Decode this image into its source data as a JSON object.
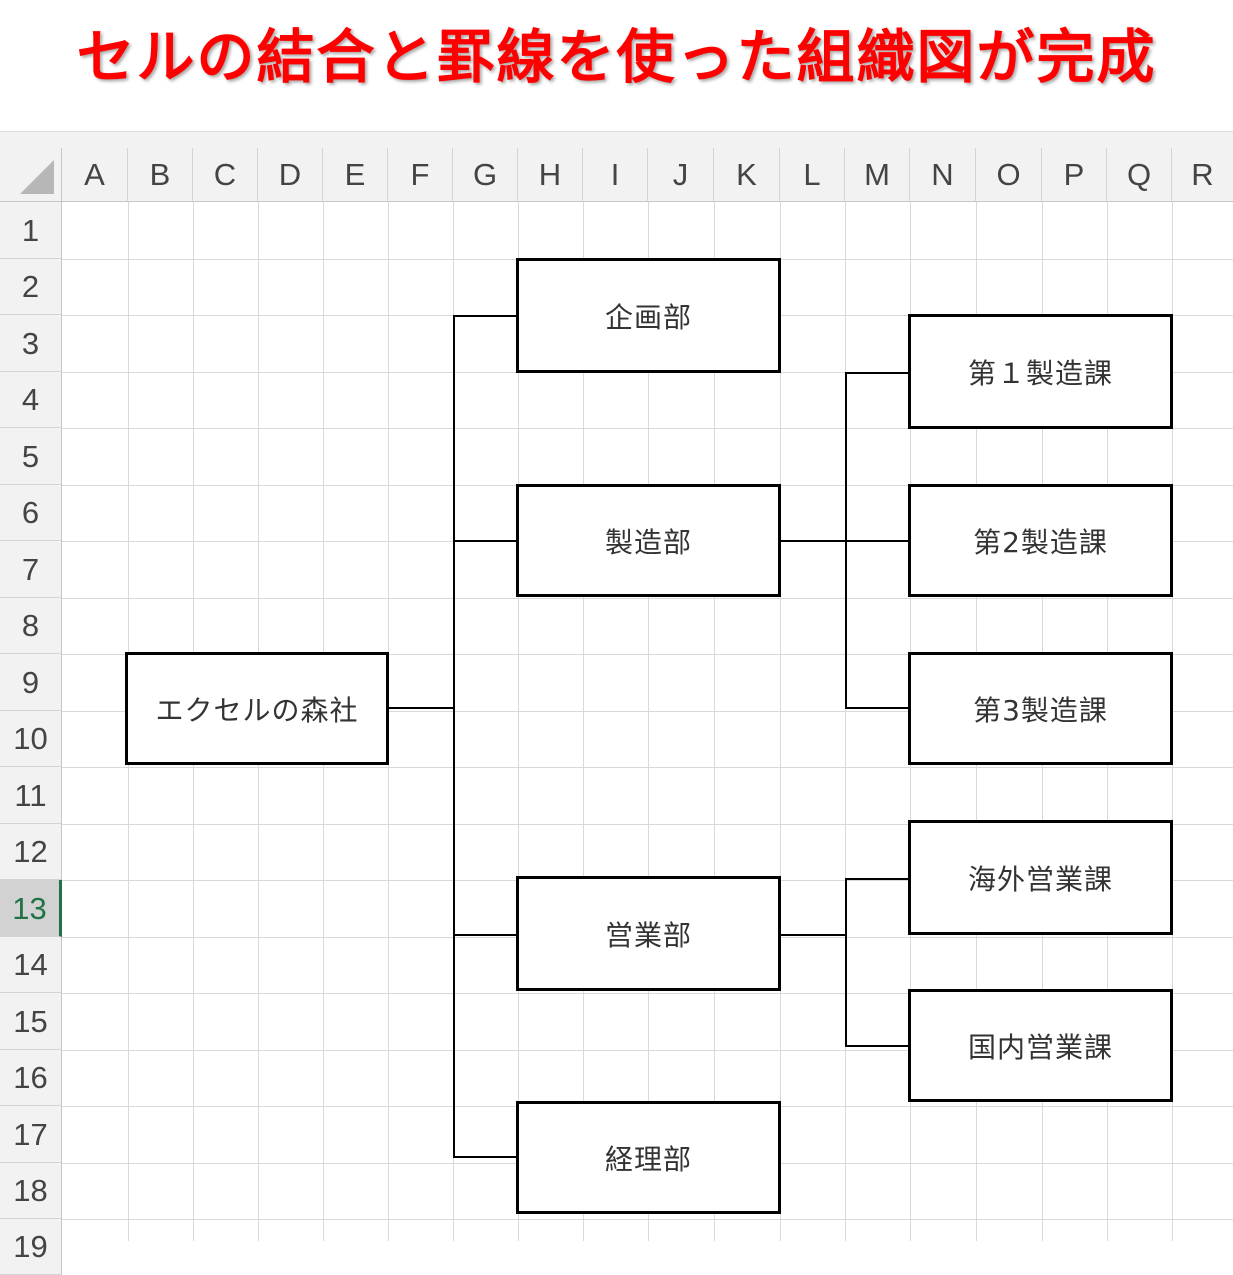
{
  "title": "セルの結合と罫線を使った組織図が完成",
  "columns": [
    "A",
    "B",
    "C",
    "D",
    "E",
    "F",
    "G",
    "H",
    "I",
    "J",
    "K",
    "L",
    "M",
    "N",
    "O",
    "P",
    "Q",
    "R"
  ],
  "rows": [
    "1",
    "2",
    "3",
    "4",
    "5",
    "6",
    "7",
    "8",
    "9",
    "10",
    "11",
    "12",
    "13",
    "14",
    "15",
    "16",
    "17",
    "18",
    "19"
  ],
  "active_row": "13",
  "org": {
    "root": "エクセルの森社",
    "dept_planning": "企画部",
    "dept_manufacturing": "製造部",
    "dept_sales": "営業部",
    "dept_accounting": "経理部",
    "sec_mfg1": "第１製造課",
    "sec_mfg2": "第2製造課",
    "sec_mfg3": "第3製造課",
    "sec_overseas": "海外営業課",
    "sec_domestic": "国内営業課"
  },
  "colors": {
    "title": "#ff0000",
    "active_header": "#217346"
  }
}
